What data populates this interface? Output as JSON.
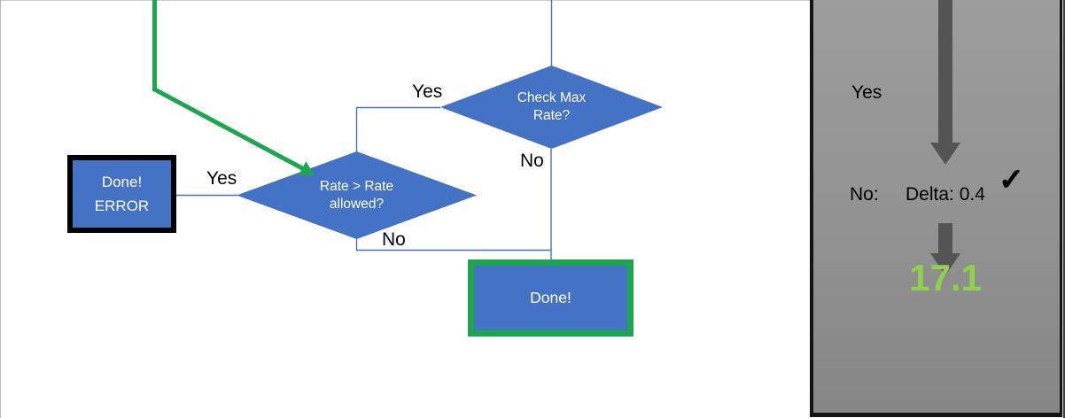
{
  "colors": {
    "node_blue": "#4472C4",
    "connector_blue": "#4472C4",
    "flow_green": "#1CA74F",
    "error_border_black": "#000000",
    "result_green": "#8FD04C",
    "panel_arrow_gray": "#545454",
    "panel_bg_top": "#9D9D9D",
    "panel_bg_bottom": "#868686"
  },
  "flowchart": {
    "check_max_rate": {
      "line1": "Check Max",
      "line2": "Rate?",
      "yes_label": "Yes",
      "no_label": "No"
    },
    "rate_allowed": {
      "line1": "Rate > Rate",
      "line2": "allowed?",
      "yes_label": "Yes",
      "no_label": "No"
    },
    "done_error": {
      "line1": "Done!",
      "line2": "ERROR"
    },
    "done": {
      "label": "Done!"
    }
  },
  "side_panel": {
    "yes_label": "Yes",
    "no_label": "No:",
    "delta_label": "Delta: 0.4",
    "check_icon": "✓",
    "result_value": "17.1"
  }
}
